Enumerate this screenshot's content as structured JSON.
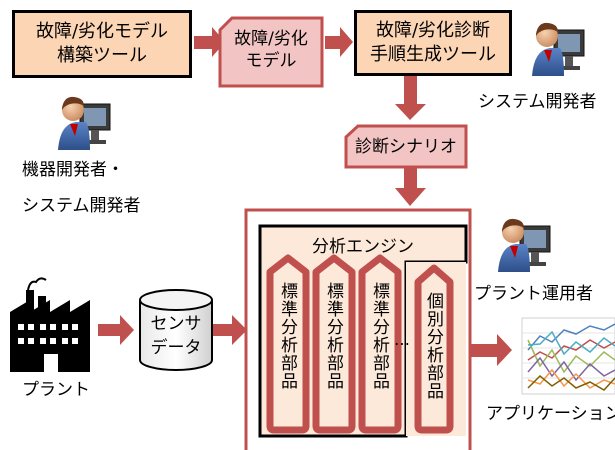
{
  "tools": {
    "model_builder": [
      "故障/劣化モデル",
      "構築ツール"
    ],
    "procedure_generator": [
      "故障/劣化診断",
      "手順生成ツール"
    ]
  },
  "artifacts": {
    "model": [
      "故障/劣化",
      "モデル"
    ],
    "scenario": "診断シナリオ"
  },
  "actors": {
    "system_developer": "システム開発者",
    "device_developer": [
      "機器開発者・",
      "システム開発者"
    ],
    "plant_operator": "プラント運用者"
  },
  "engine": {
    "title": "分析エンジン",
    "standard_parts": [
      "標準分析部品",
      "標準分析部品",
      "標準分析部品"
    ],
    "ellipsis": "…",
    "individual_part": "個別分析部品"
  },
  "sensor": [
    "センサ",
    "データ"
  ],
  "plant": "プラント",
  "application": "アプリケーション",
  "colors": {
    "tool_fill": "#fcd5b5",
    "arrow": "#c0504d",
    "red_shape_fill": "#f2c4c4",
    "engine_fill": "#fde9d9",
    "part_border": "#c0504d"
  }
}
